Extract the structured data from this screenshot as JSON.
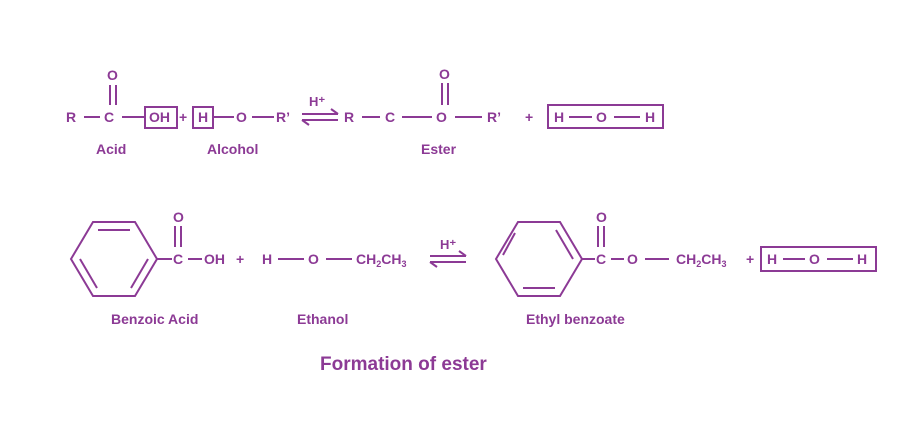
{
  "colors": {
    "ink": "#8c3a95",
    "background": "#ffffff"
  },
  "atoms": {
    "R": "R",
    "C": "C",
    "O": "O",
    "OH": "OH",
    "H": "H",
    "R_prime": "R’",
    "plus": "+",
    "catalyst": "H⁺",
    "CH": "CH",
    "two": "2",
    "three": "3"
  },
  "reaction1": {
    "acid": "Acid",
    "alcohol": "Alcohol",
    "ester": "Ester"
  },
  "reaction2": {
    "acid": "Benzoic Acid",
    "alcohol": "Ethanol",
    "ester": "Ethyl benzoate"
  },
  "caption": "Formation of ester"
}
